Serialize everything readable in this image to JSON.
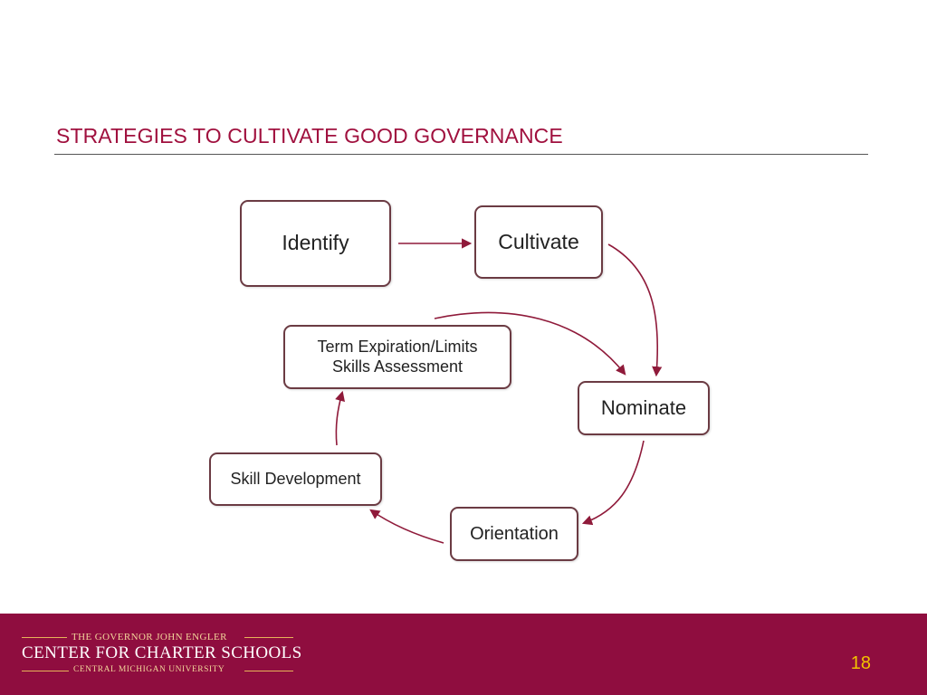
{
  "slide": {
    "title": "STRATEGIES TO CULTIVATE GOOD GOVERNANCE",
    "page_number": "18"
  },
  "diagram": {
    "nodes": {
      "identify": "Identify",
      "cultivate": "Cultivate",
      "nominate": "Nominate",
      "orientation": "Orientation",
      "skill_development": "Skill Development",
      "term_line1": "Term Expiration/Limits",
      "term_line2": "Skills Assessment"
    },
    "colors": {
      "border": "#6b3b43",
      "arrow": "#8f1a3a"
    }
  },
  "footer": {
    "background": "#8f0d3f",
    "logo_top": "THE GOVERNOR JOHN ENGLER",
    "logo_main": "CENTER FOR CHARTER SCHOOLS",
    "logo_bottom": "CENTRAL MICHIGAN UNIVERSITY"
  }
}
